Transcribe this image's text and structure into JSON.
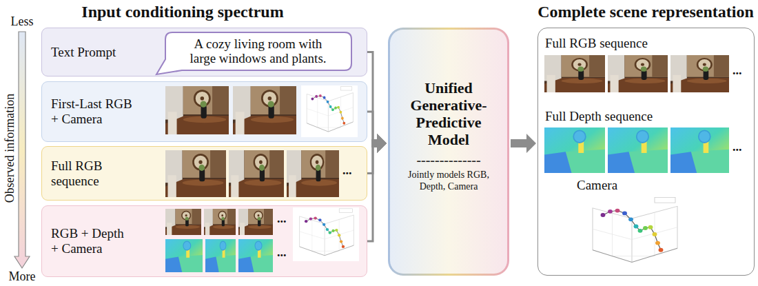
{
  "diagram": {
    "nodes": [
      {
        "text": [
          "Text Prompt"
        ]
      },
      {
        "text": [
          "A cozy living room with large windows and plants."
        ],
        "in": 0
      },
      {
        "text": [
          "First-Last RGB + Camera"
        ]
      },
      {
        "text": [
          "Full RGB sequence"
        ]
      },
      {
        "text": [
          "RGB + Depth + Camera"
        ]
      },
      {
        "text": [
          "Unified Generative-Predictive Model",
          "--------------",
          "Jointly models RGB, Depth, Camera"
        ]
      },
      {
        "text": [
          "Full RGB sequence",
          "Full Depth sequence",
          "Camera"
        ]
      }
    ],
    "edges": [
      {
        "from": 0,
        "to": 5,
        "arrow": "to"
      },
      {
        "from": 2,
        "to": 5,
        "arrow": "to"
      },
      {
        "from": 3,
        "to": 5,
        "arrow": "to"
      },
      {
        "from": 4,
        "to": 5,
        "arrow": "to"
      },
      {
        "from": 5,
        "to": 6,
        "arrow": "to"
      }
    ],
    "labels": [
      "Input conditioning spectrum",
      "Complete scene representation",
      "Less",
      "Observed information",
      "More",
      "...",
      "...",
      "...",
      "...",
      "..."
    ]
  }
}
